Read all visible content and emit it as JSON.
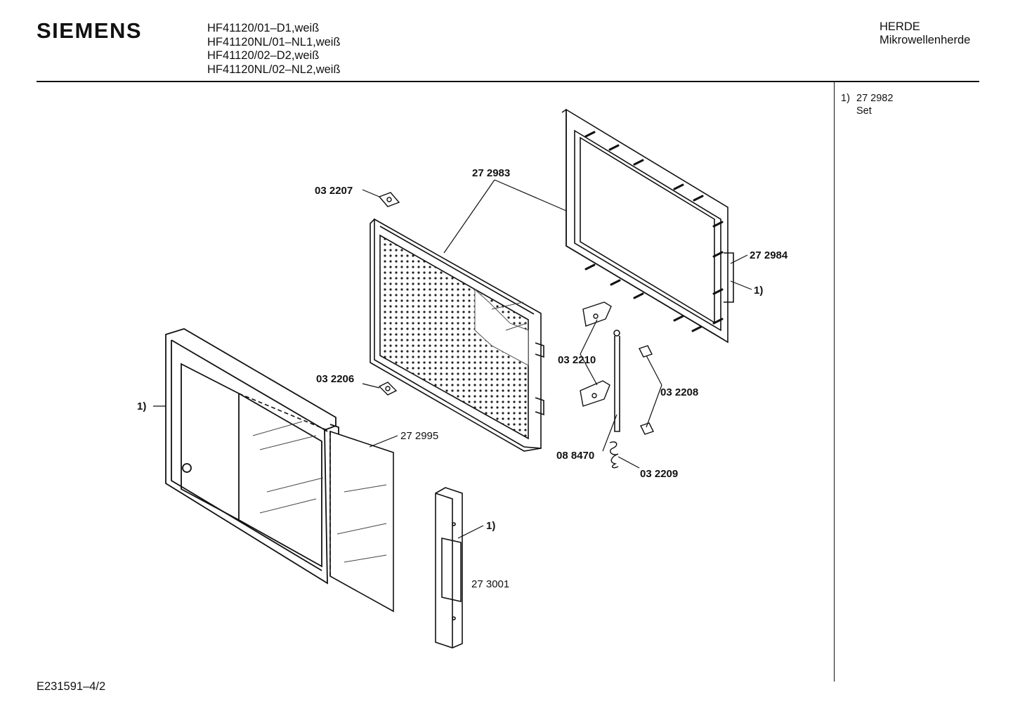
{
  "header": {
    "brand": "SIEMENS",
    "models": [
      "HF41120/01–D1,weiß",
      "HF41120NL/01–NL1,weiß",
      "HF41120/02–D2,weiß",
      "HF41120NL/02–NL2,weiß"
    ],
    "category": "HERDE",
    "subcategory": "Mikrowellenherde"
  },
  "notes": [
    {
      "marker": "1)",
      "part": "27 2982",
      "text": "Set"
    }
  ],
  "parts": {
    "p032207": "03 2207",
    "p272983": "27 2983",
    "p272984": "27 2984",
    "ref1_right": "1)",
    "p032210": "03 2210",
    "p032206": "03 2206",
    "p032208": "03 2208",
    "ref1_left": "1)",
    "p272995": "27 2995",
    "p088470": "08 8470",
    "p032209": "03 2209",
    "ref1_handle": "1)",
    "p273001": "27 3001"
  },
  "footer": {
    "doc_id": "E231591–4/2"
  }
}
